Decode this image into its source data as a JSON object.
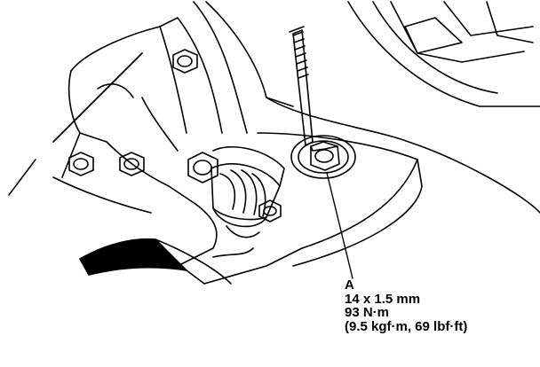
{
  "callout": {
    "label": "A",
    "bolt_size": "14 x 1.5 mm",
    "torque_nm": "93 N·m",
    "torque_alt": "(9.5 kgf·m, 69 lbf·ft)"
  },
  "colors": {
    "line": "#000000",
    "background": "#ffffff",
    "shade": "#000000"
  }
}
